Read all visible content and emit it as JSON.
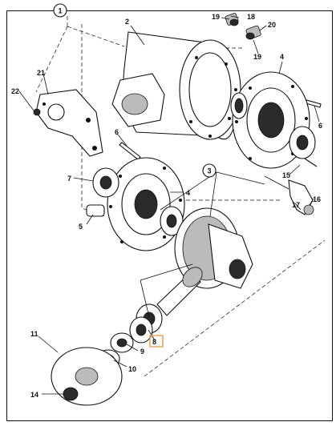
{
  "figure": {
    "callouts": {
      "main_ref": "1",
      "sub_ref": "3"
    },
    "labels": {
      "p2": "2",
      "p4a": "4",
      "p4b": "4",
      "p5": "5",
      "p6a": "6",
      "p6b": "6",
      "p7": "7",
      "p8": "8",
      "p9": "9",
      "p10": "10",
      "p11": "11",
      "p14": "14",
      "p15": "15",
      "p16": "16",
      "p17": "17",
      "p18": "18",
      "p19a": "19",
      "p19b": "19",
      "p20": "20",
      "p21": "21",
      "p22": "22"
    },
    "highlighted_part": "8",
    "highlight_color": "#f0a050"
  }
}
